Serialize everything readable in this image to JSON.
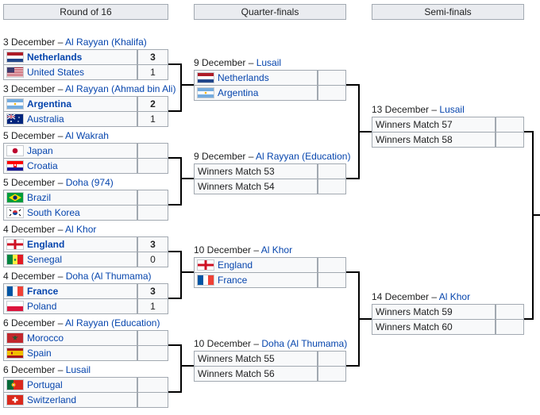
{
  "headers": {
    "round_of_16": "Round of 16",
    "quarter_finals": "Quarter-finals",
    "semi_finals": "Semi-finals"
  },
  "round_of_16": [
    {
      "date": "3 December – ",
      "venue": "Al Rayyan (Khalifa)",
      "teams": [
        {
          "name": "Netherlands",
          "flag": "netherlands-flag",
          "score": "3",
          "winner": true
        },
        {
          "name": "United States",
          "flag": "usa-flag",
          "score": "1",
          "winner": false
        }
      ]
    },
    {
      "date": "3 December – ",
      "venue": "Al Rayyan (Ahmad bin Ali)",
      "teams": [
        {
          "name": "Argentina",
          "flag": "argentina-flag",
          "score": "2",
          "winner": true
        },
        {
          "name": "Australia",
          "flag": "australia-flag",
          "score": "1",
          "winner": false
        }
      ]
    },
    {
      "date": "5 December – ",
      "venue": "Al Wakrah",
      "teams": [
        {
          "name": "Japan",
          "flag": "japan-flag",
          "score": "",
          "winner": false
        },
        {
          "name": "Croatia",
          "flag": "croatia-flag",
          "score": "",
          "winner": false
        }
      ]
    },
    {
      "date": "5 December – ",
      "venue": "Doha (974)",
      "teams": [
        {
          "name": "Brazil",
          "flag": "brazil-flag",
          "score": "",
          "winner": false
        },
        {
          "name": "South Korea",
          "flag": "south-korea-flag",
          "score": "",
          "winner": false
        }
      ]
    },
    {
      "date": "4 December – ",
      "venue": "Al Khor",
      "teams": [
        {
          "name": "England",
          "flag": "england-flag",
          "score": "3",
          "winner": true
        },
        {
          "name": "Senegal",
          "flag": "senegal-flag",
          "score": "0",
          "winner": false
        }
      ]
    },
    {
      "date": "4 December – ",
      "venue": "Doha (Al Thumama)",
      "teams": [
        {
          "name": "France",
          "flag": "france-flag",
          "score": "3",
          "winner": true
        },
        {
          "name": "Poland",
          "flag": "poland-flag",
          "score": "1",
          "winner": false
        }
      ]
    },
    {
      "date": "6 December – ",
      "venue": "Al Rayyan (Education)",
      "teams": [
        {
          "name": "Morocco",
          "flag": "morocco-flag",
          "score": "",
          "winner": false
        },
        {
          "name": "Spain",
          "flag": "spain-flag",
          "score": "",
          "winner": false
        }
      ]
    },
    {
      "date": "6 December – ",
      "venue": "Lusail",
      "teams": [
        {
          "name": "Portugal",
          "flag": "portugal-flag",
          "score": "",
          "winner": false
        },
        {
          "name": "Switzerland",
          "flag": "switzerland-flag",
          "score": "",
          "winner": false
        }
      ]
    }
  ],
  "quarter_finals": [
    {
      "date": "9 December – ",
      "venue": "Lusail",
      "teams": [
        {
          "name": "Netherlands",
          "flag": "netherlands-flag",
          "score": ""
        },
        {
          "name": "Argentina",
          "flag": "argentina-flag",
          "score": ""
        }
      ]
    },
    {
      "date": "9 December – ",
      "venue": "Al Rayyan (Education)",
      "teams": [
        {
          "name": "Winners Match 53",
          "flag": "",
          "score": ""
        },
        {
          "name": "Winners Match 54",
          "flag": "",
          "score": ""
        }
      ]
    },
    {
      "date": "10 December – ",
      "venue": "Al Khor",
      "teams": [
        {
          "name": "England",
          "flag": "england-flag",
          "score": ""
        },
        {
          "name": "France",
          "flag": "france-flag",
          "score": ""
        }
      ]
    },
    {
      "date": "10 December – ",
      "venue": "Doha (Al Thumama)",
      "teams": [
        {
          "name": "Winners Match 55",
          "flag": "",
          "score": ""
        },
        {
          "name": "Winners Match 56",
          "flag": "",
          "score": ""
        }
      ]
    }
  ],
  "semi_finals": [
    {
      "date": "13 December – ",
      "venue": "Lusail",
      "teams": [
        {
          "name": "Winners Match 57",
          "flag": "",
          "score": ""
        },
        {
          "name": "Winners Match 58",
          "flag": "",
          "score": ""
        }
      ]
    },
    {
      "date": "14 December – ",
      "venue": "Al Khor",
      "teams": [
        {
          "name": "Winners Match 59",
          "flag": "",
          "score": ""
        },
        {
          "name": "Winners Match 60",
          "flag": "",
          "score": ""
        }
      ]
    }
  ]
}
